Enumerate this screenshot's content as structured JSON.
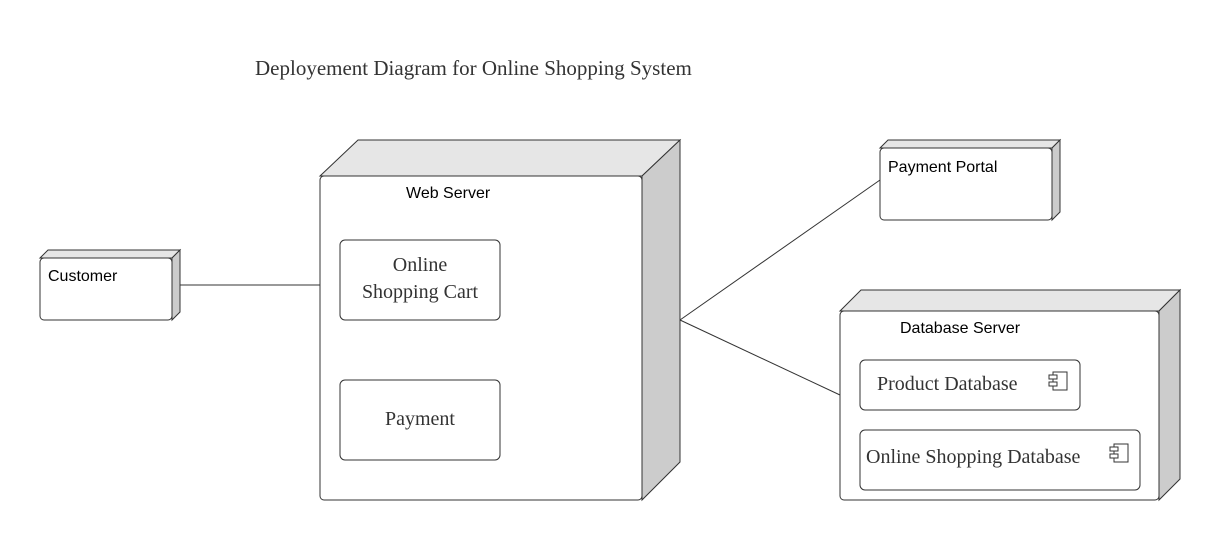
{
  "title": "Deployement Diagram for Online Shopping System",
  "nodes": {
    "customer": {
      "label": "Customer"
    },
    "web_server": {
      "label": "Web Server",
      "artifacts": {
        "cart_line1": "Online",
        "cart_line2": "Shopping Cart",
        "payment": "Payment"
      }
    },
    "payment_portal": {
      "label": "Payment Portal"
    },
    "database_server": {
      "label": "Database Server",
      "components": {
        "product_db": "Product Database",
        "shopping_db": "Online Shopping Database"
      }
    }
  },
  "colors": {
    "stroke": "#333333",
    "node_top": "#e6e6e6",
    "node_side": "#cccccc",
    "background": "#ffffff"
  },
  "icons": {
    "component": "component-icon"
  }
}
